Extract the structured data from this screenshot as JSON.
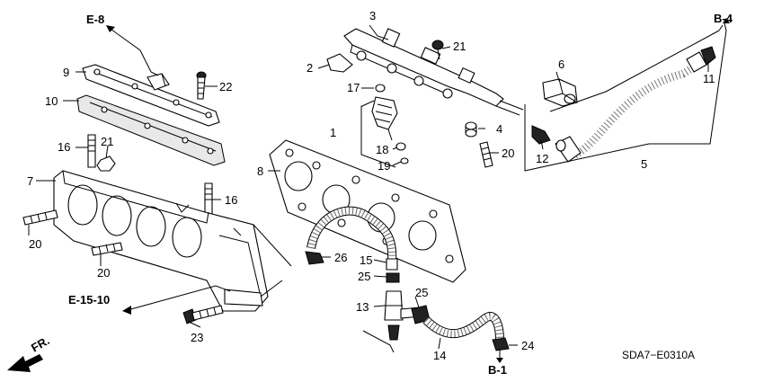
{
  "diagram": {
    "code": "SDA7−E0310A",
    "front_label": "FR.",
    "part_labels": {
      "p1": "1",
      "p2": "2",
      "p3": "3",
      "p4": "4",
      "p5": "5",
      "p6": "6",
      "p7": "7",
      "p8": "8",
      "p9": "9",
      "p10": "10",
      "p11": "11",
      "p12": "12",
      "p13": "13",
      "p14": "14",
      "p15": "15",
      "p16a": "16",
      "p16b": "16",
      "p17": "17",
      "p18": "18",
      "p19": "19",
      "p20a": "20",
      "p20b": "20",
      "p20c": "20",
      "p21a": "21",
      "p21b": "21",
      "p22": "22",
      "p23": "23",
      "p24": "24",
      "p25a": "25",
      "p25b": "25",
      "p26": "26"
    },
    "references": {
      "e8": "E-8",
      "b4": "B-4",
      "e1510": "E-15-10",
      "b1": "B-1"
    }
  }
}
